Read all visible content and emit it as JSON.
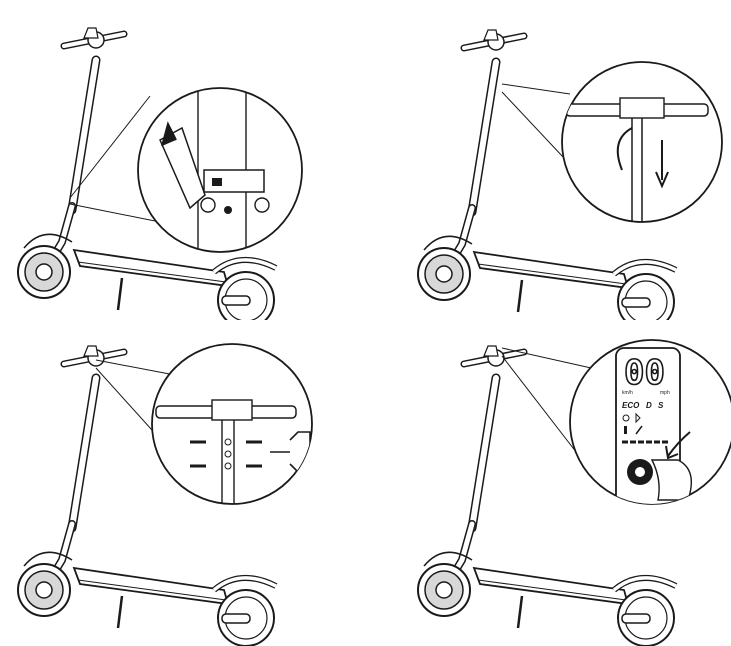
{
  "display": {
    "speed_digits": "00",
    "unit_kmh": "km/h",
    "unit_mph": "mph",
    "mode_eco": "ECO",
    "mode_d": "D",
    "mode_s": "S"
  },
  "icons": [
    "scooter-folded-latch",
    "scooter-handlebar-lower",
    "scooter-handlebar-screws",
    "scooter-power-button",
    "bluetooth-icon",
    "headlight-icon",
    "temperature-icon",
    "wrench-icon",
    "arrow-icon"
  ],
  "colors": {
    "line": "#1a1a1a",
    "fill_light": "#ffffff",
    "shade": "#d8d8d8"
  }
}
